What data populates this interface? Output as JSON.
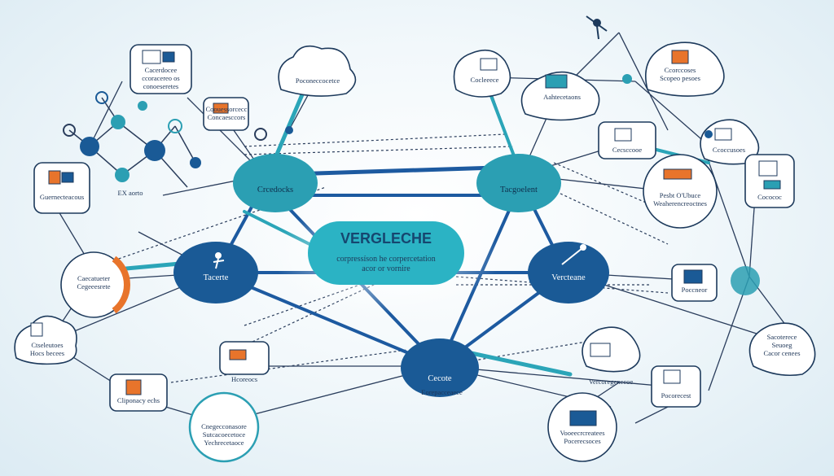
{
  "center": {
    "title": "VERGLECHE",
    "subtitle_lines": [
      "corpressíson he corpercetation",
      "acor or vornire"
    ]
  },
  "nodes": {
    "top_left": "Crcedocks",
    "top_right": "Tacgoelent",
    "mid_left": "Tacerte",
    "mid_right": "Vercteane",
    "bottom": "Cecote"
  },
  "labels": {
    "tl_box": [
      "Cacerdocee",
      "ccoracereo os",
      "conoeseretes"
    ],
    "top_cloud": [
      "Poconeccocetce"
    ],
    "left_mid_card": [
      "Coouessorcecc",
      "Concaesccors"
    ],
    "left_small": [
      "Guernecteacous"
    ],
    "ex_text": [
      "EX aorto"
    ],
    "left_circle": [
      "Caecatueter",
      "Cegeeesrete"
    ],
    "left_low": [
      "Ctseleutoes",
      "Hocs becees"
    ],
    "bottom_left_small": [
      "Hcoreocs"
    ],
    "bottom_left_stack": [
      "Cliponacy echs"
    ],
    "bottom_left_circle": [
      "Cnegecconasore",
      "Sutcacoecetoce",
      "Yechrecetaoce"
    ],
    "top_center_right": [
      "Cocleeece"
    ],
    "tr_mid_box": [
      "Aahtecetaons"
    ],
    "tr_far": [
      "Ccorccoses",
      "Scopeo pesoes"
    ],
    "right_small": [
      "Cecsccooe"
    ],
    "far_right": [
      "Ccoccusoes"
    ],
    "right_circle": [
      "Pesbt O'Ubuce",
      "Weaherencreoctnes"
    ],
    "right_card": [
      "Cocococ"
    ],
    "right_mid": [
      "Poccneor"
    ],
    "far_right_bottom": [
      "Sacoterece",
      "Seuoeg",
      "Cacor cenees"
    ],
    "bottom_mid": [
      "Vercoregenccoe"
    ],
    "bottom_right_small": [
      "Pocorecest"
    ],
    "bottom_right_circle": [
      "Vooeecrcreatees",
      "Pocerecsoces"
    ],
    "bottom_center_under": [
      "Eorepacceaece"
    ]
  },
  "colors": {
    "dark_node": "#1a5a96",
    "teal_node": "#2b9fb3",
    "line_dark": "#1d5aa0",
    "line_teal": "#2ba5b8",
    "accent_orange": "#e8742b"
  }
}
